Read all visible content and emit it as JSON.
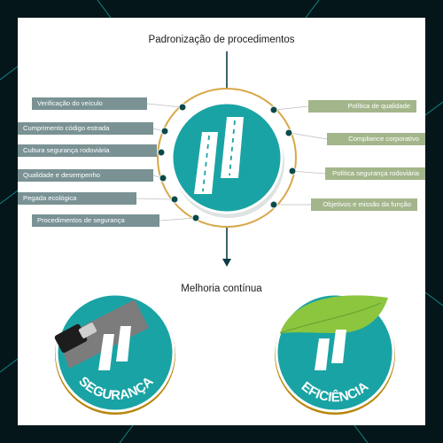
{
  "header": {
    "title": "Padronização de procedimentos"
  },
  "left_items": [
    {
      "label": "Verificação do veículo"
    },
    {
      "label": "Cumprimento código estrada"
    },
    {
      "label": "Cultura segurança rodoviária"
    },
    {
      "label": "Qualidade e desempenho"
    },
    {
      "label": "Pegada ecológica"
    },
    {
      "label": "Procedimentos de segurança"
    }
  ],
  "right_items": [
    {
      "label": "Política de qualidade"
    },
    {
      "label": "Compliance corporativo"
    },
    {
      "label": "Política segurança rodoviária"
    },
    {
      "label": "Objetivos e missão da função"
    }
  ],
  "footer": {
    "title": "Melhoria contínua"
  },
  "badges": {
    "safety": {
      "label": "SEGURANÇA"
    },
    "efficiency": {
      "label": "EFICIÊNCIA"
    }
  },
  "colors": {
    "teal": "#1aa3a4",
    "navy": "#0b3c46",
    "gold": "#d7a84a",
    "left_label": "#7a9294",
    "right_label": "#a3b68b",
    "leaf": "#8cc63f"
  }
}
